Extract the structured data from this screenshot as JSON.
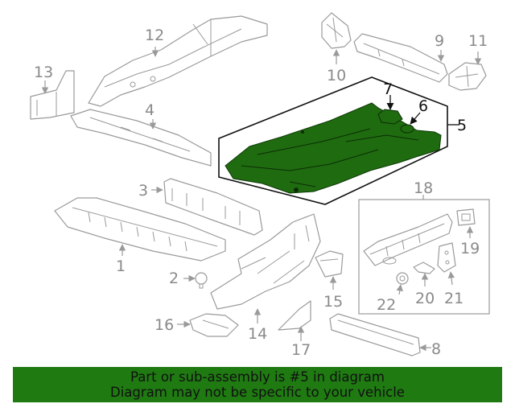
{
  "callouts": {
    "p1": "1",
    "p2": "2",
    "p3": "3",
    "p4": "4",
    "p5": "5",
    "p6": "6",
    "p7": "7",
    "p8": "8",
    "p9": "9",
    "p10": "10",
    "p11": "11",
    "p12": "12",
    "p13": "13",
    "p14": "14",
    "p15": "15",
    "p16": "16",
    "p17": "17",
    "p18": "18",
    "p19": "19",
    "p20": "20",
    "p21": "21",
    "p22": "22"
  },
  "banner": {
    "line1": "Part or sub-assembly is #5 in diagram",
    "line2": "Diagram may not be specific to your vehicle"
  },
  "colors": {
    "highlight_part": "#1f6b10",
    "banner_bg": "#1f7a12",
    "line_gray": "#9a9a9a"
  }
}
